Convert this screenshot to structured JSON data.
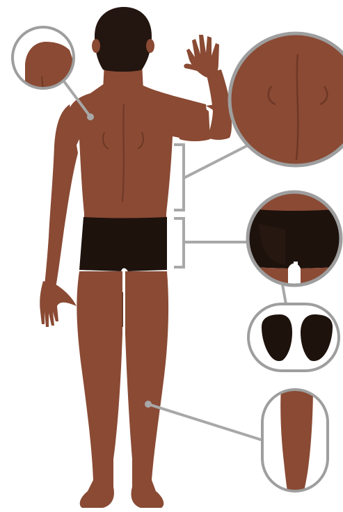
{
  "diagram": {
    "subject": "body-back-view",
    "colors": {
      "skin": "#8a4a34",
      "skin_shadow": "#6e3826",
      "hair": "#231510",
      "underwear": "#1e120d",
      "callout_line": "#a8a8a8",
      "callout_ring": "#9e9e9e",
      "background": "#ffffff"
    },
    "callouts": [
      {
        "id": "shoulder",
        "shape": "circle"
      },
      {
        "id": "upper-back",
        "shape": "circle",
        "bracketed": true
      },
      {
        "id": "buttocks",
        "shape": "circle",
        "bracketed": true
      },
      {
        "id": "buttock-pads",
        "shape": "pill"
      },
      {
        "id": "calf",
        "shape": "pill"
      }
    ]
  }
}
